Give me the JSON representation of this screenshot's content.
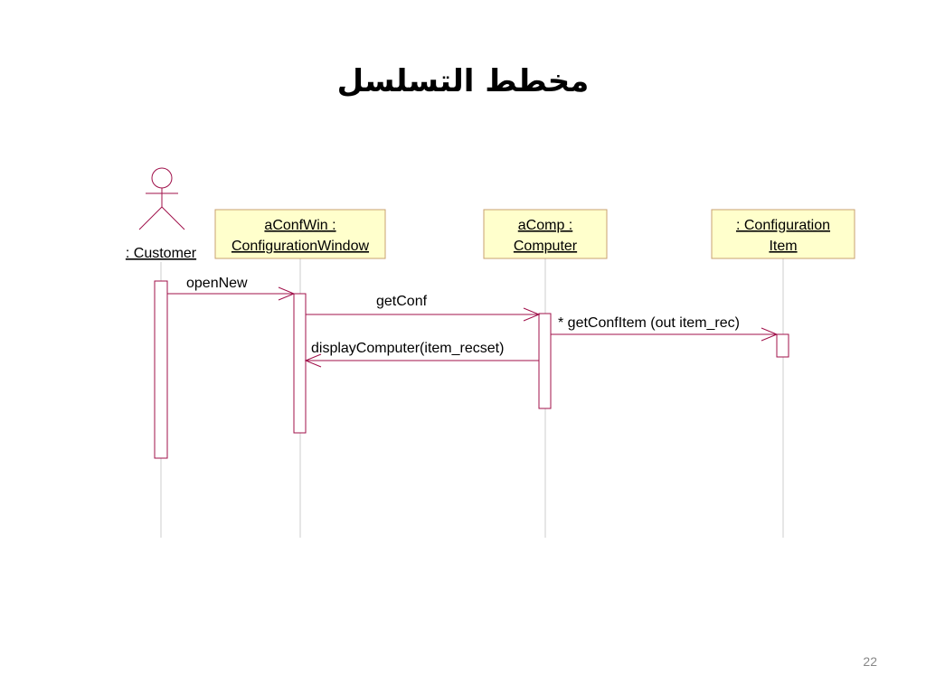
{
  "slide": {
    "title": "مخطط التسلسل",
    "page_number": "22"
  },
  "diagram": {
    "actor": {
      "label": ": Customer"
    },
    "objects": [
      {
        "line1": "aConfWin :",
        "line2": "ConfigurationWindow"
      },
      {
        "line1": "aComp :",
        "line2": "Computer"
      },
      {
        "line1": ": Configuration",
        "line2": "Item"
      }
    ],
    "messages": [
      {
        "label": "openNew"
      },
      {
        "label": "getConf"
      },
      {
        "label": "* getConfItem (out item_rec)"
      },
      {
        "label": "displayComputer(item_recset)"
      }
    ]
  },
  "colors": {
    "object_fill": "#FFFFCC",
    "object_border": "#C8A070",
    "line": "#A0104A",
    "lifeline": "#CCCCCC"
  }
}
